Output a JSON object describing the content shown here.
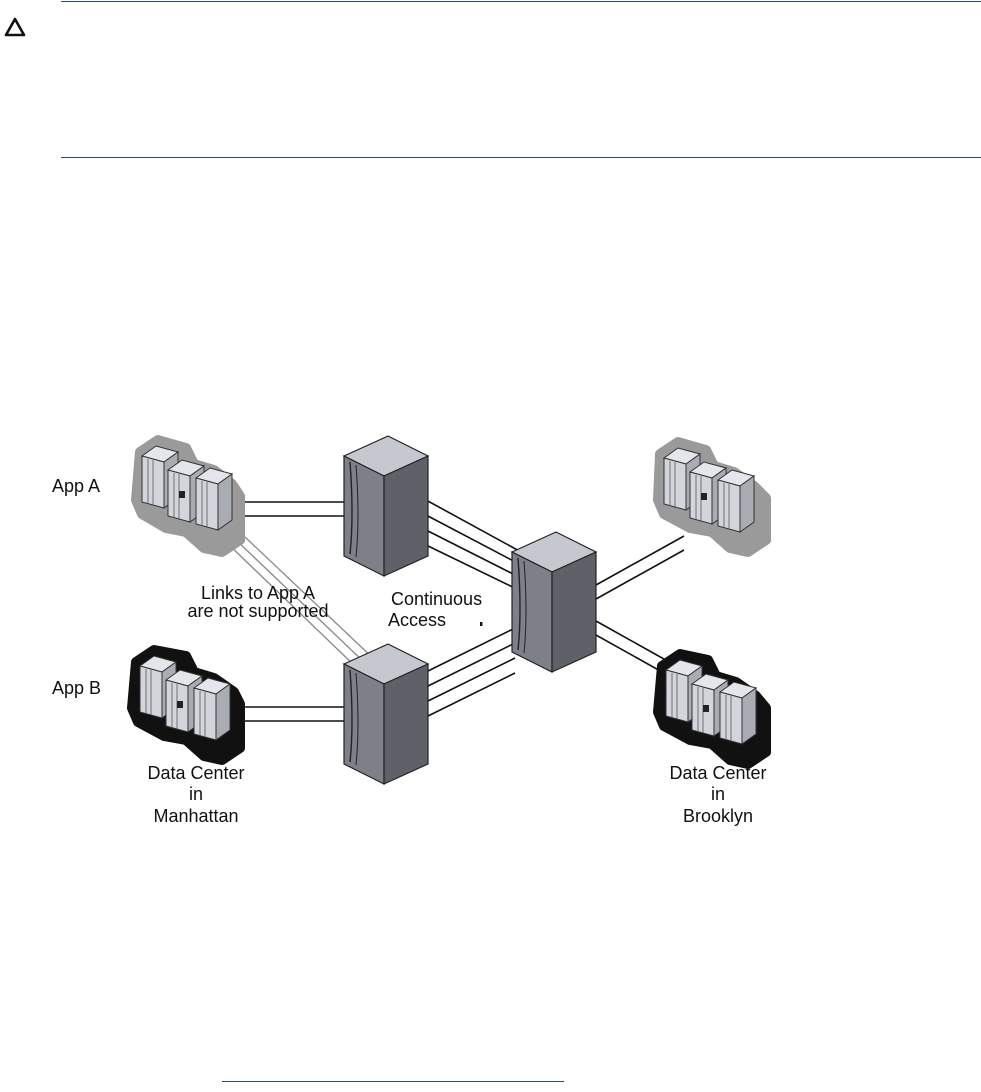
{
  "caution": {
    "icon": "caution-triangle-icon"
  },
  "diagram": {
    "labels": {
      "app_a": "App A",
      "app_b": "App B",
      "links_note_line1": "Links to App A",
      "links_note_line2": "are not supported",
      "continuous_line1": "Continuous",
      "continuous_line2": "Access",
      "dc_manhattan_line1": "Data Center",
      "dc_manhattan_line2": "in",
      "dc_manhattan_line3": "Manhattan",
      "dc_brooklyn_line1": "Data Center",
      "dc_brooklyn_line2": "in",
      "dc_brooklyn_line3": "Brooklyn"
    },
    "colors": {
      "app_a_halo": "#9a9a9a",
      "app_b_halo": "#111111",
      "server_face": "#c9ccd3",
      "server_side": "#8d9097",
      "storage_front": "#7d8088",
      "storage_side": "#5f6168",
      "storage_top": "#c5c8cf"
    }
  }
}
